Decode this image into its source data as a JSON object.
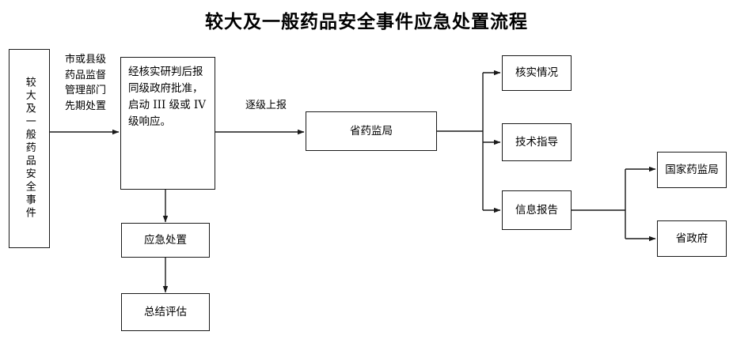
{
  "title": "较大及一般药品安全事件应急处置流程",
  "colors": {
    "line": "#1a1a1a",
    "box_border": "#1a1a1a",
    "background": "#ffffff",
    "text": "#000000"
  },
  "nodes": {
    "source_event": "较大及一般药品安全事件",
    "main_process": "经核实研判后报\n同级政府批准，\n启动 III 级或 IV\n级响应。",
    "provincial_bureau": "省药监局",
    "emergency_response": "应急处置",
    "summary_evaluation": "总结评估",
    "verify_situation": "核实情况",
    "technical_guidance": "技术指导",
    "information_report": "信息报告",
    "national_bureau": "国家药监局",
    "provincial_government": "省政府"
  },
  "edge_labels": {
    "initial_handling": "市或县级\n药品监督\n管理部门\n先期处置",
    "report_upward": "逐级上报"
  }
}
